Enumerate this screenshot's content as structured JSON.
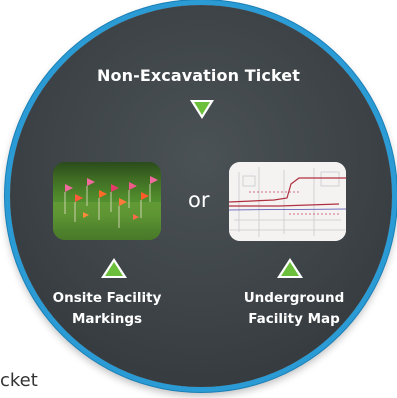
{
  "diagram": {
    "title": "Non-Excavation Ticket",
    "connector": "or",
    "option_left": {
      "label_line1": "Onsite Facility",
      "label_line2": "Markings"
    },
    "option_right": {
      "label_line1": "Underground",
      "label_line2": "Facility Map"
    },
    "background_text": "cket"
  },
  "colors": {
    "disc": "#3c4246",
    "ring": "#2a9bd4",
    "arrow": "#6cbf3a",
    "text": "#ffffff"
  }
}
